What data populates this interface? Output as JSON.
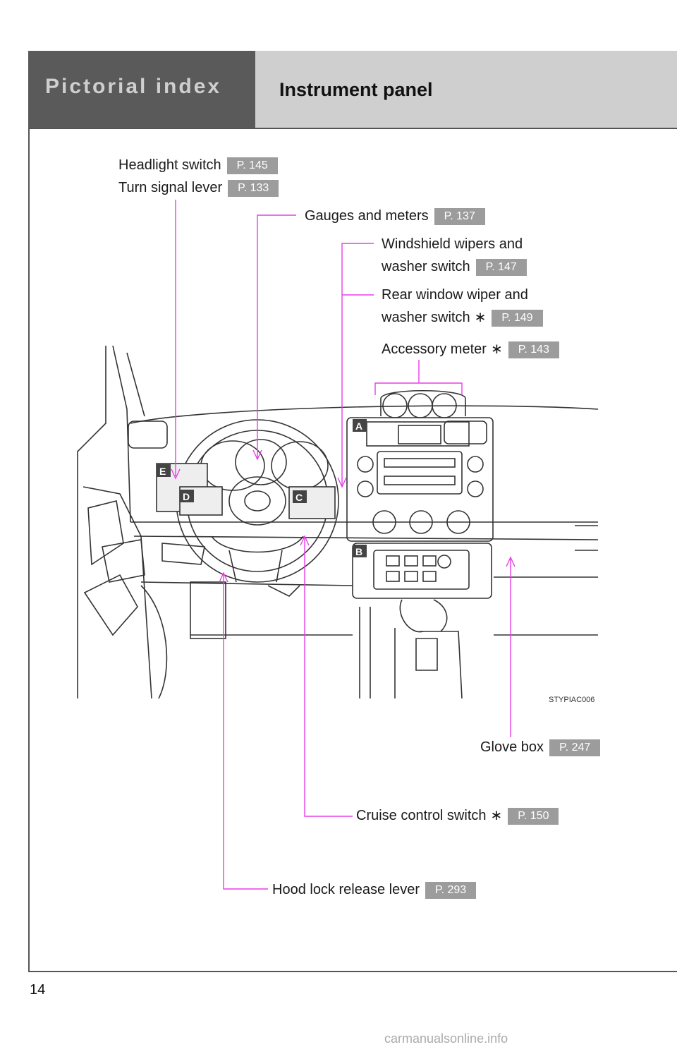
{
  "header": {
    "section": "Pictorial index",
    "title": "Instrument panel"
  },
  "callouts": [
    {
      "label": "Headlight switch",
      "page": "P. 145"
    },
    {
      "label": "Turn signal lever",
      "page": "P. 133"
    },
    {
      "label": "Gauges and meters",
      "page": "P. 137"
    },
    {
      "label": "Windshield wipers and",
      "label2": "washer switch",
      "page": "P. 147"
    },
    {
      "label": "Rear window wiper and",
      "label2": "washer switch",
      "mark": "∗",
      "page": "P. 149"
    },
    {
      "label": "Accessory meter",
      "mark": "∗",
      "page": "P. 143"
    },
    {
      "label": "Glove box",
      "page": "P. 247"
    },
    {
      "label": "Cruise control switch",
      "mark": "∗",
      "page": "P. 150"
    },
    {
      "label": "Hood lock release lever",
      "page": "P. 293"
    }
  ],
  "diagram": {
    "badges": [
      "A",
      "B",
      "C",
      "D",
      "E"
    ],
    "credit": "STYPIAC006"
  },
  "footer": {
    "page_number": "14",
    "watermark": "carmanualsonline.info"
  },
  "colors": {
    "leader": "#e83de8",
    "ref_box": "#9c9c9c",
    "header_dark": "#5a5a5a",
    "header_light": "#cfcfcf"
  }
}
